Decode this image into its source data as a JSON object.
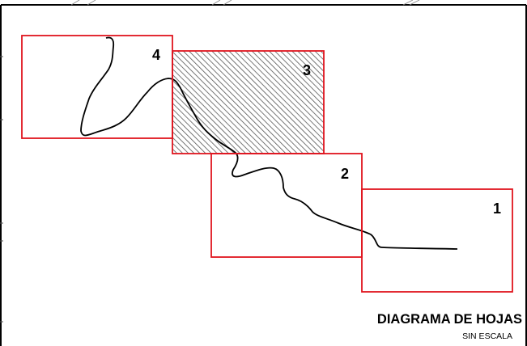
{
  "sheets": [
    {
      "label": "1",
      "selected": false
    },
    {
      "label": "2",
      "selected": false
    },
    {
      "label": "3",
      "selected": true
    },
    {
      "label": "4",
      "selected": false
    }
  ],
  "legend": {
    "title": "DIAGRAMA DE HOJAS",
    "subtitle": "SIN ESCALA"
  },
  "colors": {
    "sheet_outline": "#e0141e",
    "route_line": "#000000",
    "hatch": "#444444",
    "frame": "#000000"
  }
}
